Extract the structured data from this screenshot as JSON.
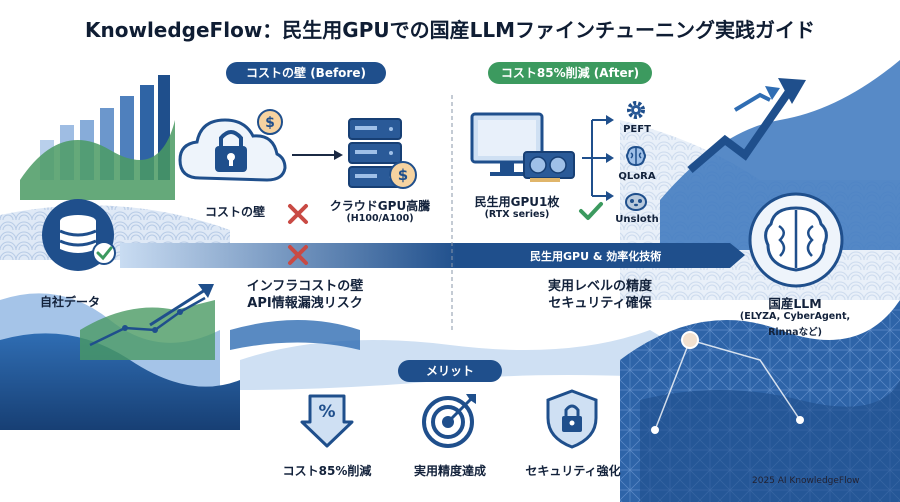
{
  "title": "KnowledgeFlow：民生用GPUでの国産LLMファインチューニング実践ガイド",
  "before": {
    "badge": "コストの壁 (Before)",
    "cloud_label": "コストの壁",
    "server_label": "クラウドGPU高騰",
    "server_sub": "(H100/A100)",
    "problem_line1": "インフラコストの壁",
    "problem_line2": "API情報漏洩リスク"
  },
  "after": {
    "badge": "コスト85%削減 (After)",
    "gpu_label": "民生用GPU1枚",
    "gpu_sub": "(RTX series)",
    "tech": [
      "PEFT",
      "QLoRA",
      "Unsloth"
    ],
    "result_line1": "実用レベルの精度",
    "result_line2": "セキュリティ確保"
  },
  "flow": {
    "source_label": "自社データ",
    "bar_label": "民生用GPU & 効率化技術",
    "target_label": "国産LLM",
    "target_sub1": "(ELYZA, CyberAgent,",
    "target_sub2": "Rinnaなど)"
  },
  "merits": {
    "badge": "メリット",
    "items": [
      {
        "label": "コスト85%削減",
        "icon": "percent-down-arrow-icon"
      },
      {
        "label": "実用精度達成",
        "icon": "target-icon"
      },
      {
        "label": "セキュリティ強化",
        "icon": "shield-lock-icon"
      }
    ],
    "percent_symbol": "%"
  },
  "footer": "2025 AI KnowledgeFlow",
  "colors": {
    "navy": "#1f4f8c",
    "green": "#3c9a5f",
    "red": "#c94a44",
    "light_blue": "#cfe0f3"
  }
}
